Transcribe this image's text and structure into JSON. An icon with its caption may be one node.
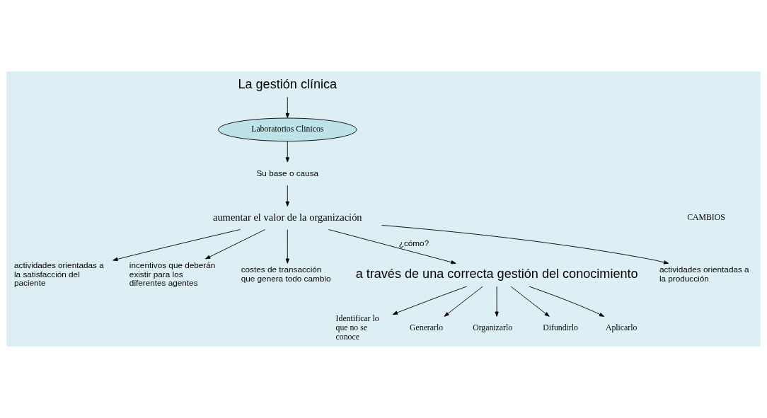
{
  "diagram": {
    "nodes": [
      {
        "text": [
          "La gestión clínica"
        ]
      },
      {
        "text": [
          "Laboratorios Clinicos"
        ]
      },
      {
        "text": [
          "Su base o causa"
        ]
      },
      {
        "text": [
          "aumentar el valor de la organización"
        ]
      },
      {
        "text": [
          "a través de una correcta gestión del conocimiento"
        ]
      },
      {
        "text": [
          "actividades orientadas a la producción"
        ]
      },
      {
        "text": [
          "actividades orientadas a la satisfacción del paciente"
        ]
      },
      {
        "text": [
          "incentivos que deberán existir para los diferentes agentes"
        ]
      },
      {
        "text": [
          "costes de transacción que genera todo cambio"
        ]
      },
      {
        "text": [
          "Identificar lo que no se conoce"
        ]
      },
      {
        "text": [
          "Generarlo"
        ]
      },
      {
        "text": [
          "Organizarlo"
        ]
      },
      {
        "text": [
          "Difundirlo"
        ]
      },
      {
        "text": [
          "Aplicarlo"
        ]
      }
    ],
    "edges": [
      {
        "from": 0,
        "to": 1,
        "arrow": "to"
      },
      {
        "from": 1,
        "to": 2,
        "arrow": "to"
      },
      {
        "from": 2,
        "to": 3,
        "arrow": "to"
      },
      {
        "from": 3,
        "to": 4,
        "arrow": "to",
        "label": "¿cómo?"
      },
      {
        "from": 3,
        "to": 5,
        "arrow": "to"
      },
      {
        "from": 3,
        "to": 6,
        "arrow": "to"
      },
      {
        "from": 3,
        "to": 7,
        "arrow": "to"
      },
      {
        "from": 3,
        "to": 8,
        "arrow": "to"
      },
      {
        "from": 4,
        "to": 9,
        "arrow": "to"
      },
      {
        "from": 4,
        "to": 10,
        "arrow": "to"
      },
      {
        "from": 4,
        "to": 11,
        "arrow": "to"
      },
      {
        "from": 4,
        "to": 12,
        "arrow": "to"
      },
      {
        "from": 4,
        "to": 13,
        "arrow": "to"
      }
    ],
    "labels": [
      "CAMBIOS"
    ]
  }
}
